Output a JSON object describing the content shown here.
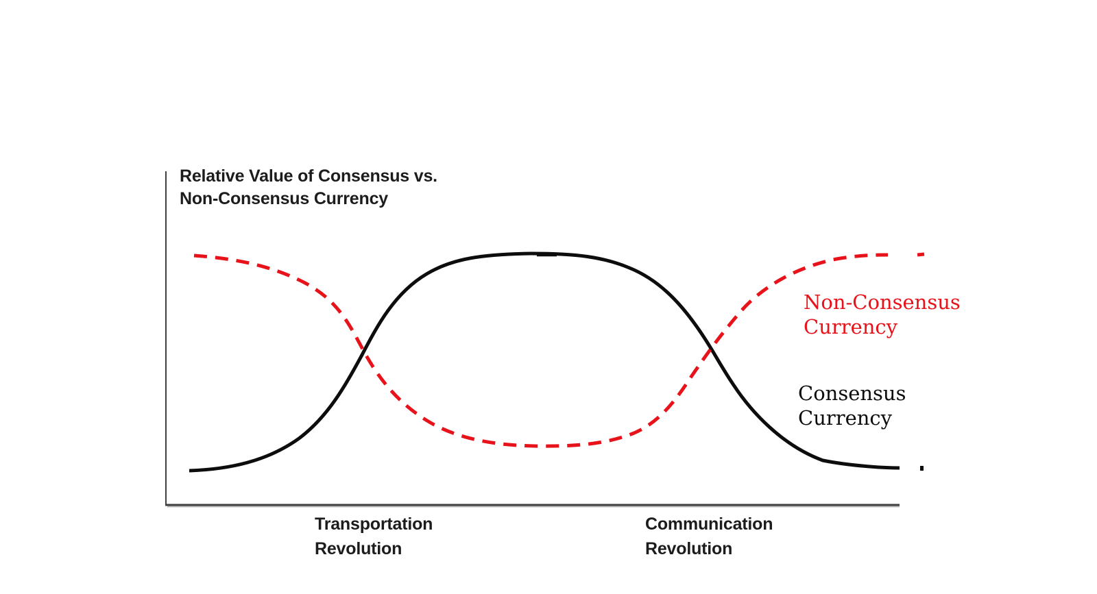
{
  "title": "Relative Value of Consensus vs.\nNon-Consensus Currency",
  "labels": {
    "transportation": "Transportation\nRevolution",
    "communication": "Communication\nRevolution",
    "non_consensus": "Non-Consensus\nCurrency",
    "consensus": "Consensus\nCurrency"
  },
  "chart_data": {
    "type": "line",
    "title": "Relative Value of Consensus vs. Non-Consensus Currency",
    "xlabel": "",
    "ylabel": "Relative Value",
    "grid": false,
    "legend_position": "right-inline",
    "x_normalized": [
      0,
      0.1,
      0.2,
      0.28,
      0.35,
      0.4,
      0.5,
      0.6,
      0.65,
      0.72,
      0.8,
      0.9,
      1.0
    ],
    "series": [
      {
        "name": "Consensus Currency",
        "style": "solid",
        "color": "#0d0d0d",
        "values": [
          0.1,
          0.12,
          0.22,
          0.45,
          0.75,
          0.92,
          0.97,
          0.92,
          0.75,
          0.45,
          0.22,
          0.12,
          0.11
        ]
      },
      {
        "name": "Non-Consensus Currency",
        "style": "dashed",
        "color": "#e8131a",
        "values": [
          0.95,
          0.92,
          0.82,
          0.6,
          0.35,
          0.18,
          0.12,
          0.18,
          0.35,
          0.6,
          0.82,
          0.93,
          0.95
        ]
      }
    ],
    "x_events": [
      {
        "label": "Transportation Revolution",
        "x": 0.27
      },
      {
        "label": "Communication Revolution",
        "x": 0.73
      }
    ],
    "axes": {
      "color": "#3f3f3f"
    },
    "curves_continue_offscreen": true
  }
}
